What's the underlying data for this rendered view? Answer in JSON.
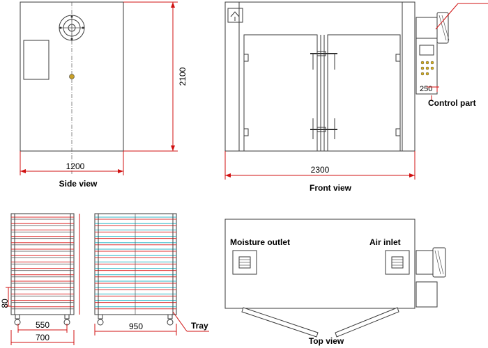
{
  "views": {
    "side": {
      "caption": "Side view",
      "width_dim": "1200",
      "height_dim": "2100"
    },
    "front": {
      "caption": "Front view",
      "width_dim": "2300",
      "control_label": "Control part",
      "control_value": "250"
    },
    "trolley": {
      "dim_550": "550",
      "dim_700": "700",
      "dim_80": "80",
      "dim_950": "950",
      "tray_label": "Tray"
    },
    "top": {
      "caption": "Top view",
      "moisture_label": "Moisture outlet",
      "air_label": "Air inlet"
    }
  },
  "colors": {
    "line": "#3a3a3a",
    "accent_red": "#d01010",
    "tray_red": "#e03030",
    "tray_cyan": "#30b8c8"
  }
}
